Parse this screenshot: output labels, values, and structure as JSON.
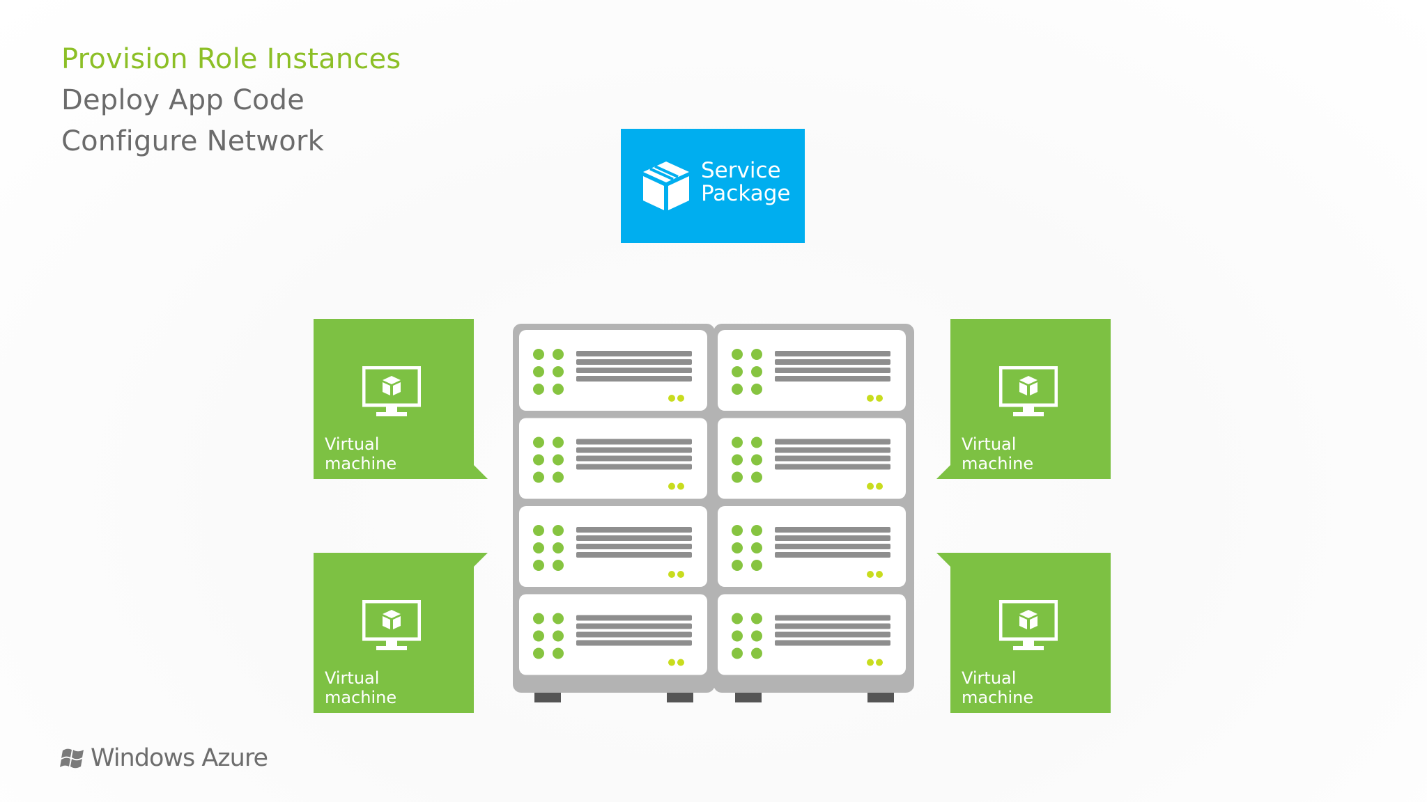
{
  "steps": [
    {
      "label": "Provision Role Instances",
      "active": true
    },
    {
      "label": "Deploy App Code",
      "active": false
    },
    {
      "label": "Configure Network",
      "active": false
    }
  ],
  "service_package": {
    "line1": "Service",
    "line2": "Package",
    "icon": "box-icon",
    "color": "#00aeef"
  },
  "virtual_machines": [
    {
      "line1": "Virtual",
      "line2": "machine",
      "icon": "monitor-icon"
    },
    {
      "line1": "Virtual",
      "line2": "machine",
      "icon": "monitor-icon"
    },
    {
      "line1": "Virtual",
      "line2": "machine",
      "icon": "monitor-icon"
    },
    {
      "line1": "Virtual",
      "line2": "machine",
      "icon": "monitor-icon"
    }
  ],
  "logo": {
    "text": "Windows Azure",
    "icon": "windows-flag-icon"
  },
  "colors": {
    "accent_green": "#8cbf26",
    "vm_green": "#7dc143",
    "package_blue": "#00aeef",
    "text_gray": "#6b6b6b",
    "rack_gray": "#b3b3b3",
    "bar_gray": "#8e8e8e",
    "led_green": "#86c440",
    "led_yellow": "#c8dc1e"
  },
  "server_units": 8
}
